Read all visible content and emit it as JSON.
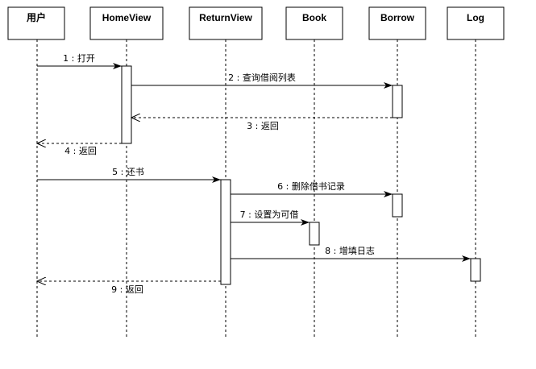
{
  "diagram": {
    "participants": [
      {
        "id": "user",
        "label": "用户"
      },
      {
        "id": "home",
        "label": "HomeView"
      },
      {
        "id": "return",
        "label": "ReturnView"
      },
      {
        "id": "book",
        "label": "Book"
      },
      {
        "id": "borrow",
        "label": "Borrow"
      },
      {
        "id": "log",
        "label": "Log"
      }
    ],
    "messages": [
      {
        "label": "1 : 打开",
        "from": "user",
        "to": "home",
        "kind": "sync"
      },
      {
        "label": "2 : 查询借阅列表",
        "from": "home",
        "to": "borrow",
        "kind": "sync"
      },
      {
        "label": "3 : 返回",
        "from": "borrow",
        "to": "home",
        "kind": "return"
      },
      {
        "label": "4 : 返回",
        "from": "home",
        "to": "user",
        "kind": "return"
      },
      {
        "label": "5 : 还书",
        "from": "user",
        "to": "return",
        "kind": "sync"
      },
      {
        "label": "6 : 删除借书记录",
        "from": "return",
        "to": "borrow",
        "kind": "sync"
      },
      {
        "label": "7 : 设置为可借",
        "from": "return",
        "to": "book",
        "kind": "sync"
      },
      {
        "label": "8 : 增填日志",
        "from": "return",
        "to": "log",
        "kind": "sync"
      },
      {
        "label": "9 : 返回",
        "from": "return",
        "to": "user",
        "kind": "return"
      }
    ]
  }
}
